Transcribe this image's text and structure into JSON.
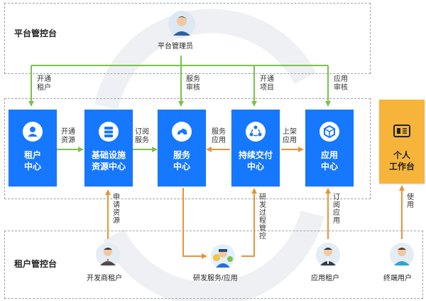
{
  "zones": {
    "platform": "平台管控台",
    "tenant": "租户管控台"
  },
  "colors": {
    "card_blue": "#1677ff",
    "card_orange": "#f6b53a",
    "arrow_green": "#7cc24a",
    "arrow_orange": "#e8943a"
  },
  "people": {
    "platform_admin": "平台管理员",
    "developer_tenant": "开发商租户",
    "dev_service": "研发服务/应用",
    "app_tenant": "应用租户",
    "end_user": "终端用户"
  },
  "cards": {
    "tenant_center": {
      "label": "租户\n中心",
      "icon": "user-group-icon"
    },
    "infra_center": {
      "label": "基础设施\n资源中心",
      "icon": "server-stack-icon"
    },
    "service_center": {
      "label": "服务\n中心",
      "icon": "cloud-gear-icon"
    },
    "delivery_center": {
      "label": "持续交付\n中心",
      "icon": "cycle-icon"
    },
    "app_center": {
      "label": "应用\n中心",
      "icon": "cube-icon"
    },
    "workspace": {
      "label": "个人\n工作台",
      "icon": "id-card-icon"
    }
  },
  "edges": {
    "open_tenant": "开通\n租户",
    "service_review": "服务\n审核",
    "open_project": "开通\n项目",
    "app_review": "应用\n审核",
    "open_resource": "开通\n资源",
    "subscribe_service": "订阅\n服务",
    "service_app": "服务\n应用",
    "publish_app": "上架\n应用",
    "apply_resource": "申请资源",
    "dev_process": "研发过程管控",
    "subscribe_app": "订阅应用",
    "use": "使用"
  }
}
